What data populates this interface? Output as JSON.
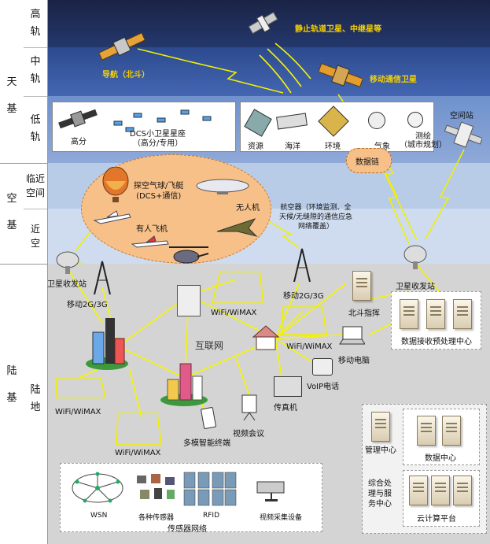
{
  "regions": {
    "tianji": "天\n基",
    "kongji": "空\n基",
    "luji": "陆\n基"
  },
  "orbits": {
    "high": "高\n轨",
    "mid": "中\n轨",
    "low": "低\n轨",
    "near_space": "临近\n空间",
    "near_air": "近\n空",
    "land": "陆\n地"
  },
  "satellites": {
    "geo_relay": "静止轨道卫星、中继星等",
    "navigation": "导航（北斗）",
    "mobile_comm": "移动通信卫星"
  },
  "low_orbit": {
    "gaofen": "高分",
    "dcs_constellation": "DCS小卫星星座\n（高分/专用）",
    "resource": "资源",
    "ocean": "海洋",
    "environment": "环境",
    "weather": "气象",
    "mapping": "测绘\n（城市规划）",
    "space_station": "空间站"
  },
  "air": {
    "data_link": "数据链",
    "balloon": "探空气球/飞艇\n(DCS+通信)",
    "uav": "无人机",
    "manned_aircraft": "有人飞机",
    "aerial_desc": "航空器（环境监测、全\n天候/无缝隙的通信应急\n网络覆盖）"
  },
  "ground": {
    "sat_station_left": "卫星收发站",
    "sat_station_right": "卫星收发站",
    "mobile_left": "移动2G/3G",
    "mobile_right": "移动2G/3G",
    "wifi_top": "WiFi/WiMAX",
    "wifi_mid": "WiFi/WiMAX",
    "wifi_left": "WiFi/WiMAX",
    "wifi_bottom": "WiFi/WiMAX",
    "internet": "互联网",
    "beidou_command": "北斗指挥",
    "laptop": "移动电脑",
    "voip": "VoIP电话",
    "fax": "传真机",
    "video_conf": "视频会议",
    "terminal": "多模智能终端",
    "data_center_pre": "数据接收预处理中心",
    "management": "管理中心",
    "data_center": "数据中心",
    "service_center": "综合处\n理与服\n务中心",
    "cloud": "云计算平台"
  },
  "sensors": {
    "wsn": "WSN",
    "various": "各种传感器",
    "rfid": "RFID",
    "video_capture": "视频采集设备",
    "network": "传感器网络"
  },
  "colors": {
    "high_orbit": "#1a2a55",
    "mid_orbit": "#2b4d92",
    "low_orbit": "#7b9bd0",
    "near_space": "#b6cbe8",
    "ground": "#d3d3d3",
    "cloud": "#f7c089",
    "lightning": "#f0f000"
  }
}
